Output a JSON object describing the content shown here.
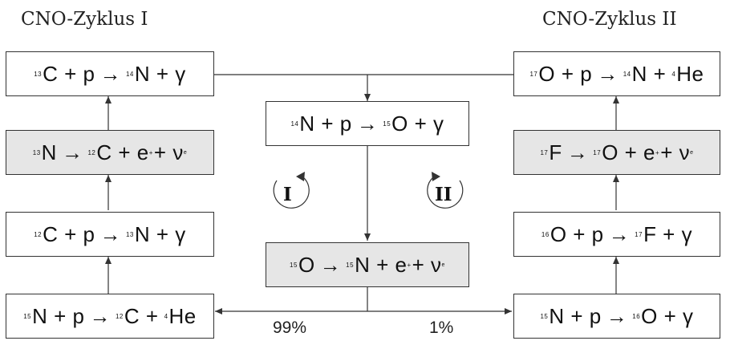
{
  "titles": {
    "left": "CNO-Zyklus I",
    "right": "CNO-Zyklus II"
  },
  "cycles": {
    "one": "I",
    "two": "II"
  },
  "branch": {
    "left_pct": "99%",
    "right_pct": "1%"
  },
  "reactions": {
    "l1": {
      "m1": "13",
      "s1": "C + p",
      "arrow": "→",
      "m2": "14",
      "s2": "N + γ"
    },
    "l2": {
      "m1": "13",
      "s1": "N",
      "arrow": "→",
      "m2": "12",
      "s2": "C + e",
      "m3": "+",
      "s3": "+ ν",
      "sub": "e"
    },
    "l3": {
      "m1": "12",
      "s1": "C + p",
      "arrow": "→",
      "m2": "13",
      "s2": "N + γ"
    },
    "l4": {
      "m1": "15",
      "s1": "N + p",
      "arrow": "→",
      "m2": "12",
      "s2": "C +",
      "m3": "4",
      "s3": "He"
    },
    "c1": {
      "m1": "14",
      "s1": "N + p",
      "arrow": "→",
      "m2": "15",
      "s2": "O + γ"
    },
    "c2": {
      "m1": "15",
      "s1": "O",
      "arrow": "→",
      "m2": "15",
      "s2": "N + e",
      "m3": "+",
      "s3": "+ ν",
      "sub": "e"
    },
    "r1": {
      "m1": "17",
      "s1": "O + p",
      "arrow": "→",
      "m2": "14",
      "s2": "N +",
      "m3": "4",
      "s3": "He"
    },
    "r2": {
      "m1": "17",
      "s1": "F",
      "arrow": "→",
      "m2": "17",
      "s2": "O + e",
      "m3": "+",
      "s3": "+ ν",
      "sub": "e"
    },
    "r3": {
      "m1": "16",
      "s1": "O + p",
      "arrow": "→",
      "m2": "17",
      "s2": "F + γ"
    },
    "r4": {
      "m1": "15",
      "s1": "N + p",
      "arrow": "→",
      "m2": "16",
      "s2": "O + γ"
    }
  }
}
